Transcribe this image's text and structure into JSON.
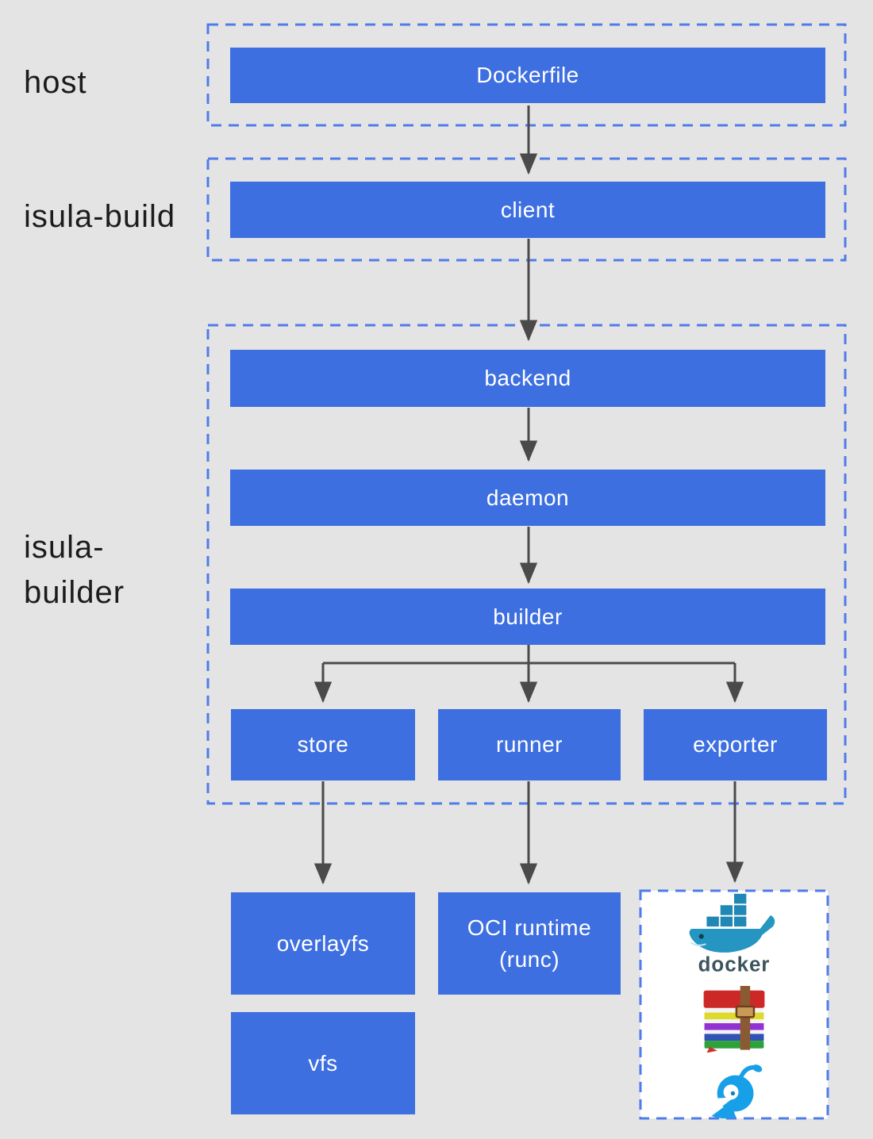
{
  "palette": {
    "background": "#e4e4e4",
    "node_blue": "#3e6fe0",
    "node_text": "#ffffff",
    "dashed_border": "#4f7cea",
    "arrow_gray": "#4a4a4a",
    "label_text": "#1c1c1c",
    "output_box_bg": "#ffffff",
    "docker_teal": "#2596c2",
    "docker_word_color": "#3b545e",
    "isula_blue": "#17a0e8",
    "rar_red": "#cd2828"
  },
  "side_labels": {
    "host": "host",
    "isula_build": "isula-build",
    "isula_builder": [
      "isula-",
      "builder"
    ]
  },
  "nodes": {
    "dockerfile": "Dockerfile",
    "client": "client",
    "backend": "backend",
    "daemon": "daemon",
    "builder": "builder",
    "store": "store",
    "runner": "runner",
    "exporter": "exporter",
    "overlayfs": "overlayfs",
    "oci_runtime": [
      "OCI runtime",
      "(runc)"
    ],
    "vfs": "vfs"
  },
  "output_box": {
    "docker_label": "docker",
    "icons": [
      "docker-whale-logo",
      "rar-archive-books-icon",
      "isula-mascot-icon"
    ]
  }
}
